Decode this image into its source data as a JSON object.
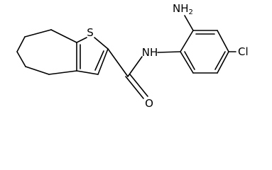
{
  "molecule": {
    "atoms": {
      "sulfur": "S",
      "amide_nitrogen": "NH",
      "amine": {
        "main": "NH",
        "subscript": "2"
      },
      "chlorine": "Cl",
      "oxygen": "O"
    }
  }
}
